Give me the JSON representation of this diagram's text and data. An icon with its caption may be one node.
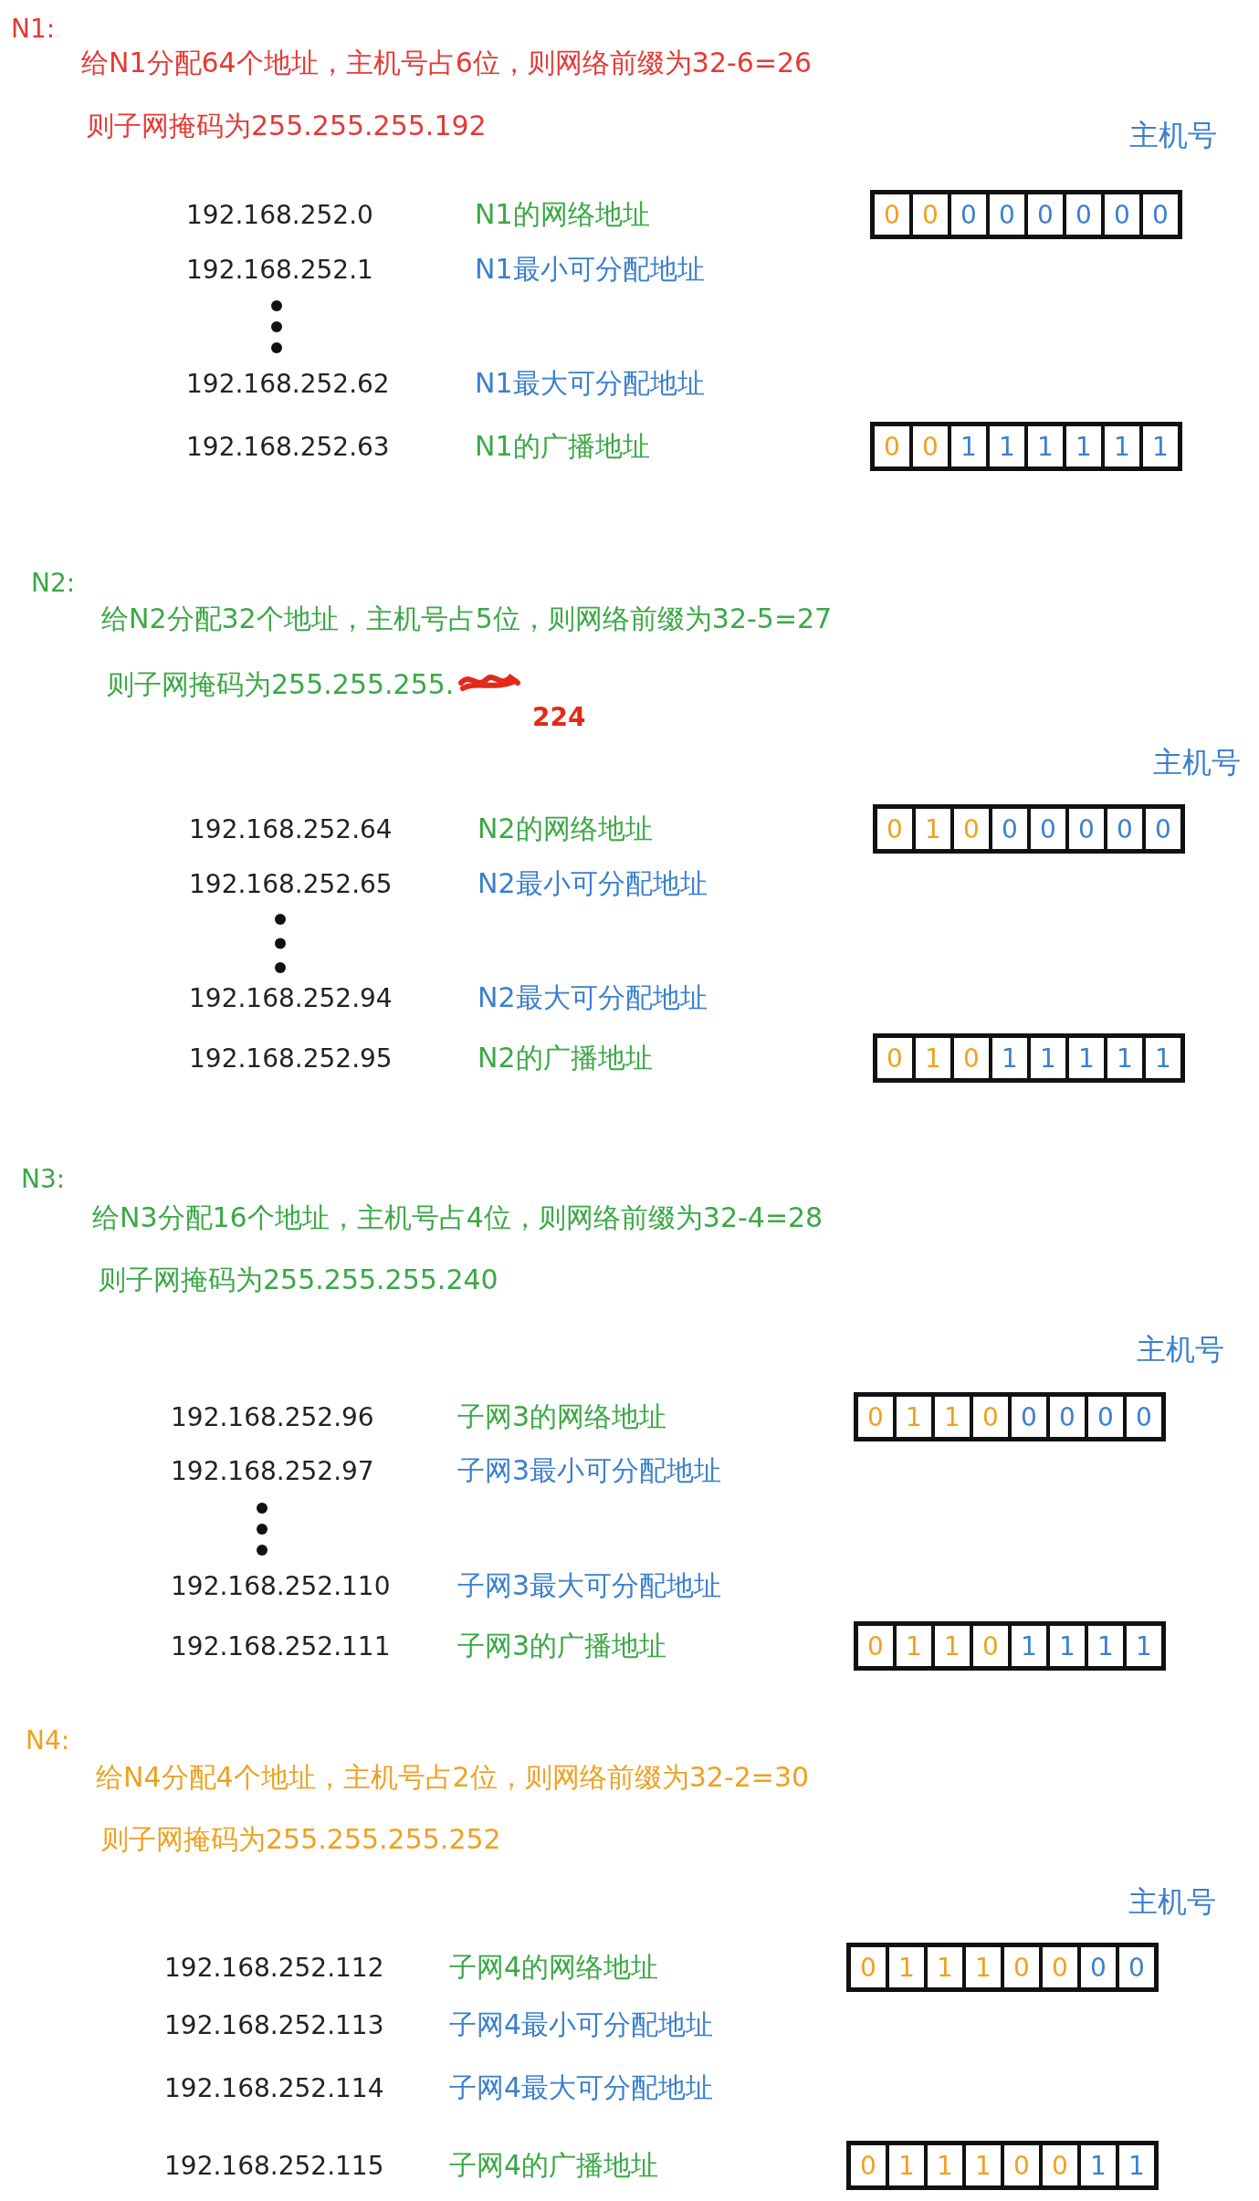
{
  "diagram": {
    "labels": [
      "N1:",
      "给N1分配64个地址，主机号占6位，则网络前缀为32-6=26",
      "则子网掩码为255.255.255.192",
      "主机号",
      "192.168.252.0",
      "N1的网络地址",
      "0",
      "0",
      "0",
      "0",
      "0",
      "0",
      "0",
      "0",
      "192.168.252.1",
      "N1最小可分配地址",
      "192.168.252.62",
      "N1最大可分配地址",
      "192.168.252.63",
      "N1的广播地址",
      "0",
      "0",
      "1",
      "1",
      "1",
      "1",
      "1",
      "1",
      "N2:",
      "给N2分配32个地址，主机号占5位，则网络前缀为32-5=27",
      "则子网掩码为255.255.255.",
      "224",
      "主机号",
      "192.168.252.64",
      "N2的网络地址",
      "0",
      "1",
      "0",
      "0",
      "0",
      "0",
      "0",
      "0",
      "192.168.252.65",
      "N2最小可分配地址",
      "192.168.252.94",
      "N2最大可分配地址",
      "192.168.252.95",
      "N2的广播地址",
      "0",
      "1",
      "0",
      "1",
      "1",
      "1",
      "1",
      "1",
      "N3:",
      "给N3分配16个地址，主机号占4位，则网络前缀为32-4=28",
      "则子网掩码为255.255.255.240",
      "主机号",
      "192.168.252.96",
      "子网3的网络地址",
      "0",
      "1",
      "1",
      "0",
      "0",
      "0",
      "0",
      "0",
      "192.168.252.97",
      "子网3最小可分配地址",
      "192.168.252.110",
      "子网3最大可分配地址",
      "192.168.252.111",
      "子网3的广播地址",
      "0",
      "1",
      "1",
      "0",
      "1",
      "1",
      "1",
      "1",
      "N4:",
      "给N4分配4个地址，主机号占2位，则网络前缀为32-2=30",
      "则子网掩码为255.255.255.252",
      "主机号",
      "192.168.252.112",
      "子网4的网络地址",
      "0",
      "1",
      "1",
      "1",
      "0",
      "0",
      "0",
      "0",
      "192.168.252.113",
      "子网4最小可分配地址",
      "192.168.252.114",
      "子网4最大可分配地址",
      "192.168.252.115",
      "子网4的广播地址",
      "0",
      "1",
      "1",
      "1",
      "0",
      "0",
      "1",
      "1"
    ]
  }
}
